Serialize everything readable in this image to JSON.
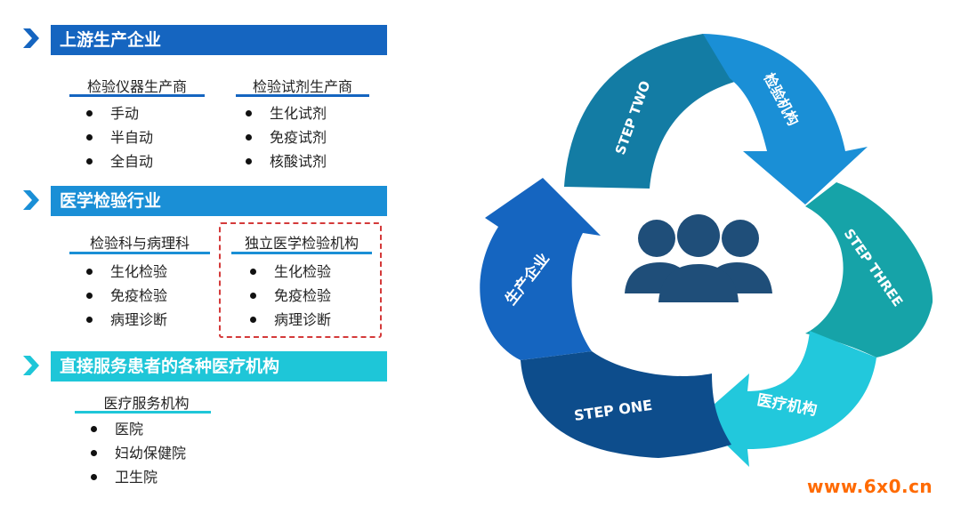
{
  "sections": [
    {
      "title": "上游生产企业",
      "groups": [
        {
          "heading": "检验仪器生产商",
          "items": [
            "手动",
            "半自动",
            "全自动"
          ]
        },
        {
          "heading": "检验试剂生产商",
          "items": [
            "生化试剂",
            "免疫试剂",
            "核酸试剂"
          ]
        }
      ]
    },
    {
      "title": "医学检验行业",
      "groups": [
        {
          "heading": "检验科与病理科",
          "items": [
            "生化检验",
            "免疫检验",
            "病理诊断"
          ]
        },
        {
          "heading": "独立医学检验机构",
          "items": [
            "生化检验",
            "免疫检验",
            "病理诊断"
          ],
          "highlighted": true
        }
      ]
    },
    {
      "title": "直接服务患者的各种医疗机构",
      "groups": [
        {
          "heading": "医疗服务机构",
          "items": [
            "医院",
            "妇幼保健院",
            "卫生院"
          ]
        }
      ]
    }
  ],
  "cycle": {
    "segments": [
      {
        "label": "生产企业",
        "color": "#1565c0"
      },
      {
        "label": "STEP ONE",
        "color": "#0d4d8c"
      },
      {
        "label": "医疗机构",
        "color": "#22c8dc"
      },
      {
        "label": "STEP THREE",
        "color": "#16a3a8"
      },
      {
        "label": "检验机构",
        "color": "#1a8fd6"
      },
      {
        "label": "STEP TWO",
        "color": "#137ca4"
      }
    ],
    "center_icon": "people-group-icon",
    "icon_color": "#1f4e79"
  },
  "colors": {
    "bar1": "#1565c0",
    "bar2": "#1a8fd6",
    "bar3": "#1ec6d8",
    "highlight_border": "#d43a3a"
  },
  "watermark": "www.6x0.cn"
}
